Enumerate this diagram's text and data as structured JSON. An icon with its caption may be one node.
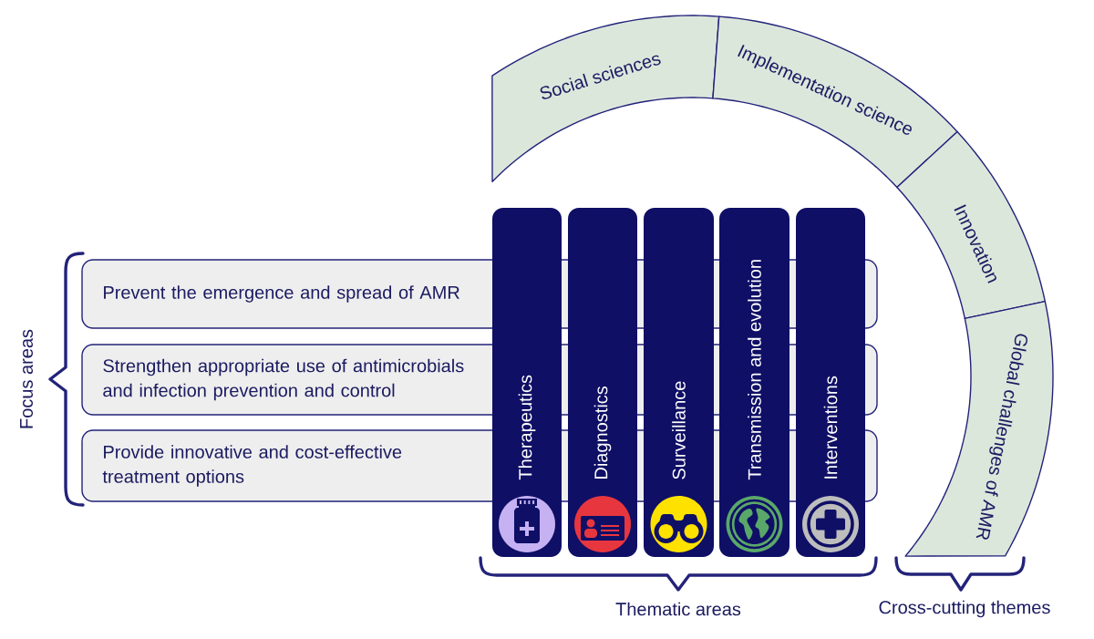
{
  "diagram": {
    "nodes": [
      {
        "text": [
          "Prevent the emergence and spread of AMR"
        ]
      },
      {
        "text": [
          "Strengthen appropriate use of antimicrobials and infection prevention and control"
        ]
      },
      {
        "text": [
          "Provide innovative and cost-effective treatment options"
        ]
      },
      {
        "text": [
          "Therapeutics"
        ]
      },
      {
        "text": [
          "Diagnostics"
        ]
      },
      {
        "text": [
          "Surveillance"
        ]
      },
      {
        "text": [
          "Transmission and evolution"
        ]
      },
      {
        "text": [
          "Interventions"
        ]
      },
      {
        "text": [
          "Social sciences"
        ]
      },
      {
        "text": [
          "Implementation science"
        ]
      },
      {
        "text": [
          "Innovation"
        ]
      },
      {
        "text": [
          "Global challenges of AMR"
        ]
      }
    ],
    "labels": [
      "Focus areas",
      "Thematic areas",
      "Cross-cutting themes"
    ]
  }
}
